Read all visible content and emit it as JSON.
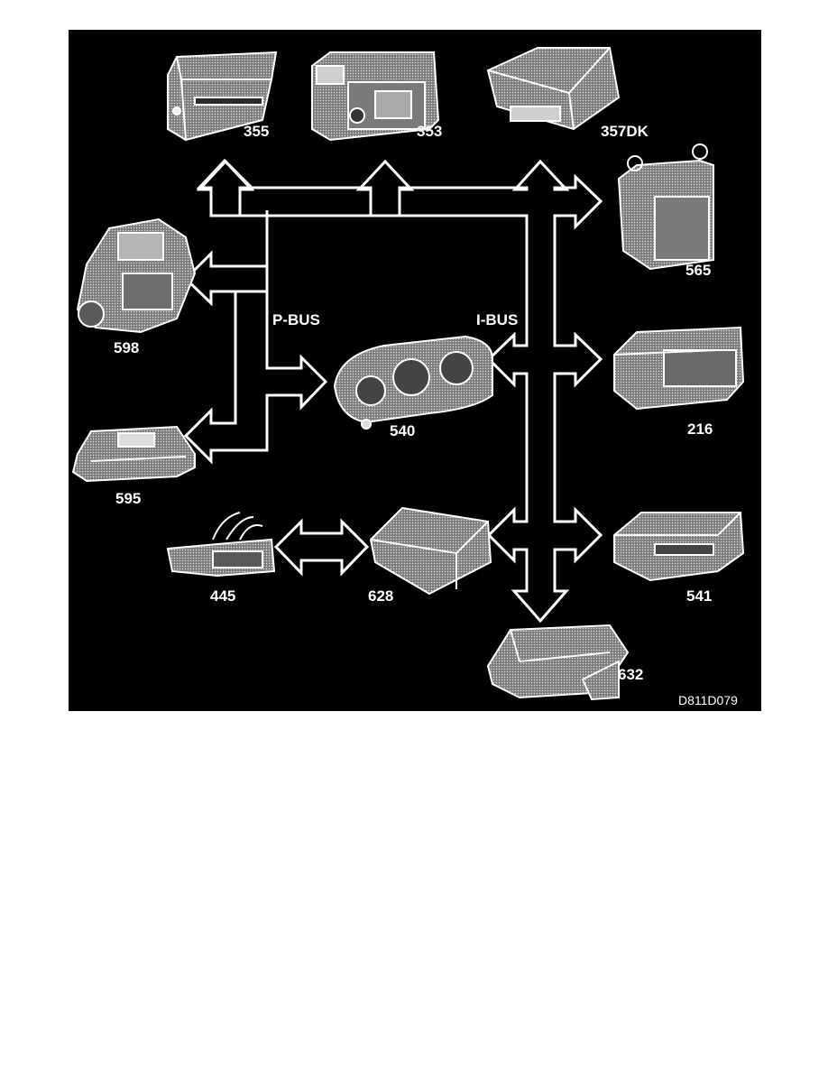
{
  "diagram": {
    "buses": {
      "p_bus": "P-BUS",
      "i_bus": "I-BUS"
    },
    "modules": {
      "m355": "355",
      "m353": "353",
      "m357dk": "357DK",
      "m565": "565",
      "m598": "598",
      "m540": "540",
      "m216": "216",
      "m595": "595",
      "m445": "445",
      "m628": "628",
      "m541": "541",
      "m632": "632"
    },
    "figure_code": "D811D079"
  },
  "colors": {
    "background": "#000000",
    "line": "#ffffff",
    "component_fill": "#9a9a9a"
  }
}
